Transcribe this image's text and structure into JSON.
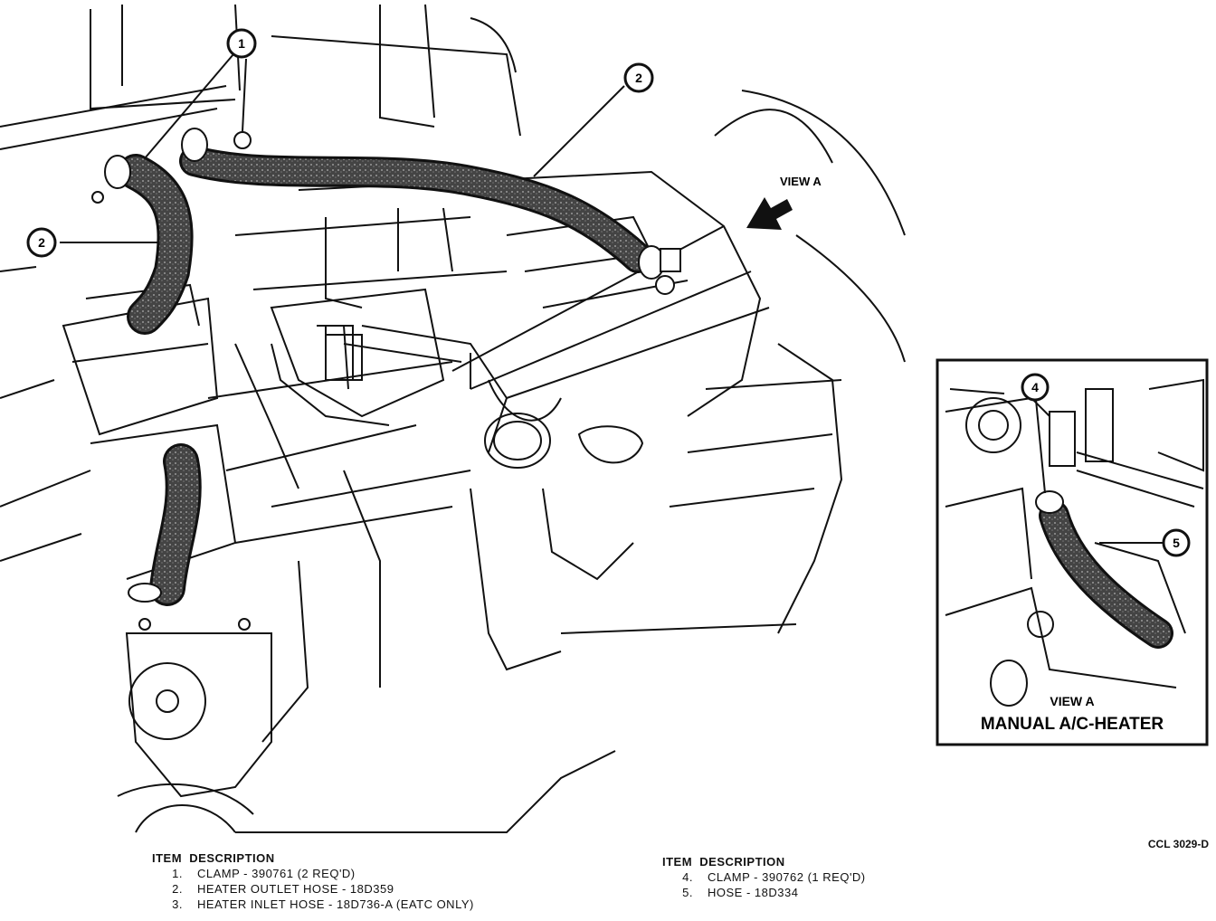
{
  "figure_code": "CCL 3029-D",
  "view_a_label": "VIEW A",
  "inset": {
    "view_label": "VIEW A",
    "title": "MANUAL A/C-HEATER"
  },
  "callouts": {
    "c1": "1",
    "c2_top": "2",
    "c2_left": "2",
    "c4": "4",
    "c5": "5"
  },
  "legend_left": {
    "header": "ITEM  DESCRIPTION",
    "items": [
      {
        "num": "1.",
        "desc": "CLAMP - 390761 (2 REQ'D)"
      },
      {
        "num": "2.",
        "desc": "HEATER OUTLET HOSE - 18D359"
      },
      {
        "num": "3.",
        "desc": "HEATER INLET HOSE - 18D736-A (EATC ONLY)"
      }
    ]
  },
  "legend_right": {
    "header": "ITEM  DESCRIPTION",
    "items": [
      {
        "num": "4.",
        "desc": "CLAMP - 390762 (1 REQ'D)"
      },
      {
        "num": "5.",
        "desc": "HOSE - 18D334"
      }
    ]
  }
}
